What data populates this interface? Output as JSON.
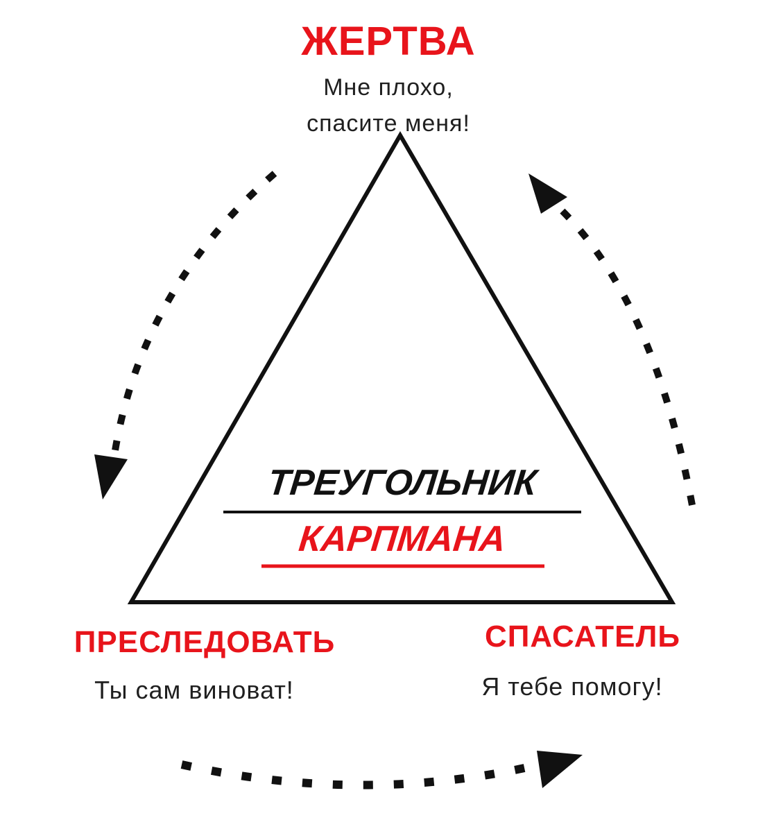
{
  "victim": {
    "title": "ЖЕРТВА",
    "phrase_line1": "Мне плохо,",
    "phrase_line2": "спасите меня!"
  },
  "persecutor": {
    "title": "ПРЕСЛЕДОВАТЬ",
    "phrase": "Ты сам виноват!"
  },
  "rescuer": {
    "title": "СПАСАТЕЛЬ",
    "phrase": "Я тебе помогу!"
  },
  "center_title": {
    "line1": "ТРЕУГОЛЬНИК",
    "line2": "КАРПМАНА"
  },
  "colors": {
    "accent": "#e8141b",
    "text": "#111111",
    "background": "#ffffff"
  }
}
